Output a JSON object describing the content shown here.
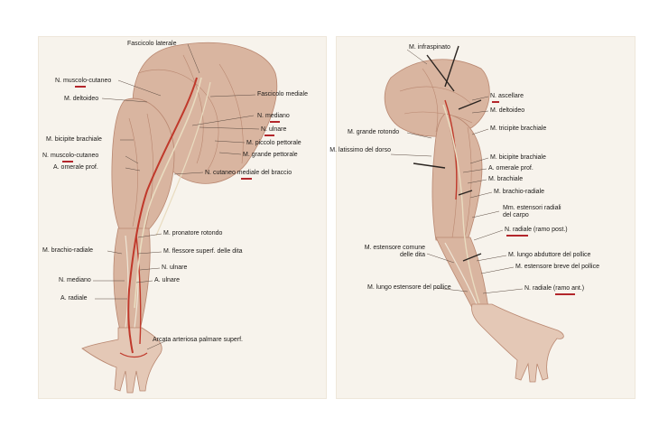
{
  "colors": {
    "paper": "#f7f3ec",
    "muscle": "#d9b5a0",
    "muscle_dark": "#b98770",
    "tendon": "#efe6d6",
    "nerve": "#e9dcc0",
    "artery": "#c0392b",
    "underline": "#b3262b",
    "ink": "#1c1a18",
    "leader": "#5a4a40",
    "pin": "#2a2420"
  },
  "left": {
    "labels": [
      "Fascicolo laterale",
      "N. muscolo-cutaneo",
      "M. deltoideo",
      "Fascicolo mediale",
      "N. mediano",
      "N. ulnare",
      "M. piccolo pettorale",
      "M. bicipite brachiale",
      "M. grande pettorale",
      "N. muscolo-cutaneo",
      "A. omerale prof.",
      "N. cutaneo mediale del braccio",
      "M. pronatore rotondo",
      "M. brachio-radiale",
      "M. flessore superf. delle dita",
      "N. ulnare",
      "N. mediano",
      "A. ulnare",
      "A. radiale",
      "Arcata arteriosa palmare superf."
    ]
  },
  "right": {
    "labels": [
      "M. infraspinato",
      "N. ascellare",
      "M. deltoideo",
      "M. grande rotondo",
      "M. tricipite brachiale",
      "M. latissimo del dorso",
      "M. bicipite brachiale",
      "A. omerale prof.",
      "M. brachiale",
      "M. brachio-radiale",
      "Mm. estensori radiali del carpo",
      "N. radiale (ramo post.)",
      "M. estensore comune delle dita",
      "M. lungo abduttore del pollice",
      "M. estensore breve del pollice",
      "M. lungo estensore del pollice",
      "N. radiale (ramo ant.)"
    ]
  }
}
